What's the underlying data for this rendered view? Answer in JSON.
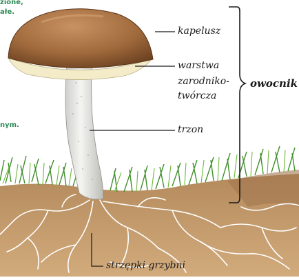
{
  "labels": {
    "cap": "kapelusz",
    "gills_line1": "warstwa",
    "gills_line2": "zarodniko-",
    "gills_line3": "twórcza",
    "stem": "trzon",
    "fruiting_body": "owocnik",
    "hyphae": "strzępki grzybni"
  },
  "page_fragments": {
    "line1": "zione,",
    "line2": "ałe.",
    "line3": "nym."
  },
  "colors": {
    "cap": "#a06a3c",
    "cap_dark": "#6e4322",
    "gills": "#f4ecc9",
    "stem": "#e6e6e2",
    "grass": "#3f8f2a",
    "soil": "#c49a6c",
    "hyphae": "#ffffff",
    "fragment_text": "#2f8a57"
  }
}
